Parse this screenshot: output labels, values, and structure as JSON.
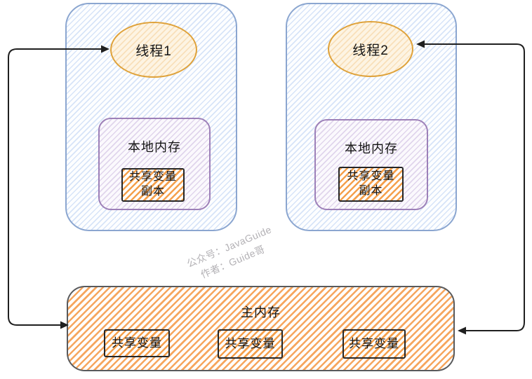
{
  "threads": [
    {
      "label": "线程1",
      "local_memory_label": "本地内存",
      "copy_lines": [
        "共享变量",
        "副本"
      ]
    },
    {
      "label": "线程2",
      "local_memory_label": "本地内存",
      "copy_lines": [
        "共享变量",
        "副本"
      ]
    }
  ],
  "main_memory": {
    "label": "主内存",
    "shared_vars": [
      "共享变量",
      "共享变量",
      "共享变量"
    ]
  },
  "watermark": {
    "line1": "公众号：JavaGuide",
    "line2": "作者：Guide哥"
  },
  "colors": {
    "thread_box_stroke": "#8BA6D0",
    "thread_box_hatch": "#D7E4F8",
    "local_box_stroke": "#9D80B8",
    "local_box_hatch": "#E0D5EC",
    "ellipse_stroke": "#DFA23A",
    "ellipse_fill": "#FDF4E3",
    "orange_hatch": "#F5A04C",
    "main_memory_stroke": "#595A5C",
    "inner_box_stroke": "#262626",
    "arrow": "#1F1F1F",
    "watermark_text": "#B3B1B5"
  }
}
